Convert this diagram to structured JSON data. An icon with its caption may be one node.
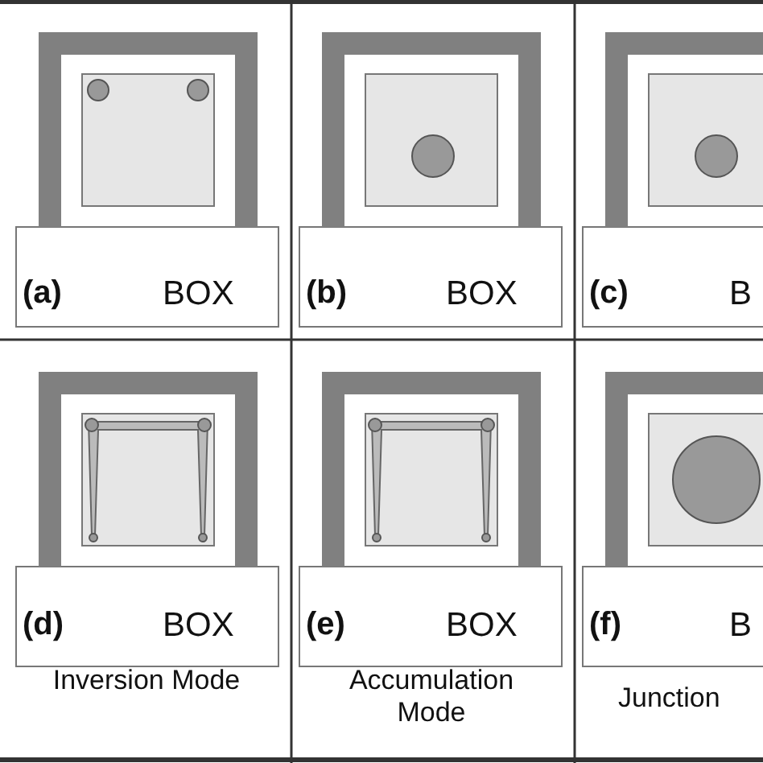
{
  "diagram": {
    "labels": [
      "(a)",
      "BOX",
      "(b)",
      "BOX",
      "(c)",
      "B",
      "(d)",
      "BOX",
      "(e)",
      "BOX",
      "(f)",
      "B",
      "Inversion Mode",
      "Accumulation Mode",
      "Junction"
    ]
  }
}
